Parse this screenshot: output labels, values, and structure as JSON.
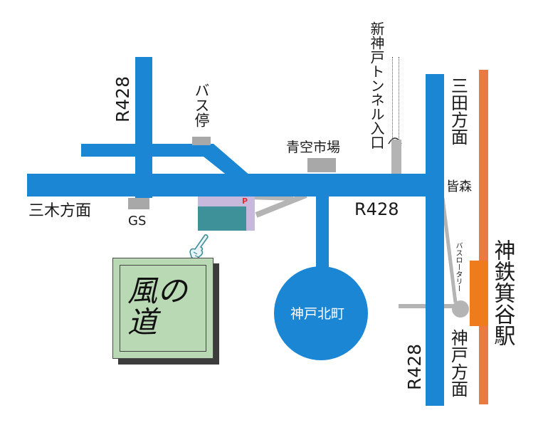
{
  "labels": {
    "route_upper_left": "R428",
    "bus_stop": "バス停",
    "aozora_market": "青空市場",
    "tunnel_entrance": "新神戸トンネル入口",
    "sanda_direction": "三田方面",
    "minamori": "皆森",
    "route_center": "R428",
    "miki_direction": "三木方面",
    "gas_station": "GS",
    "parking": "P",
    "kobe_kitamachi": "神戸北町",
    "bus_rotary": "バスロータリー",
    "route_lower_right": "R428",
    "kobe_direction": "神戸方面",
    "station": "神鉄箕谷駅",
    "shop_name": "風の道"
  },
  "colors": {
    "road": "#1b87d4",
    "rail": "#e97b42",
    "shop_sign": "#b9d9b4",
    "building": "#a8a8a8",
    "parking_lot": "#c7b9dc",
    "shop_block": "#3f9199",
    "parking_mark": "#e0303a"
  },
  "icons": [
    "pointing-hand-icon"
  ]
}
